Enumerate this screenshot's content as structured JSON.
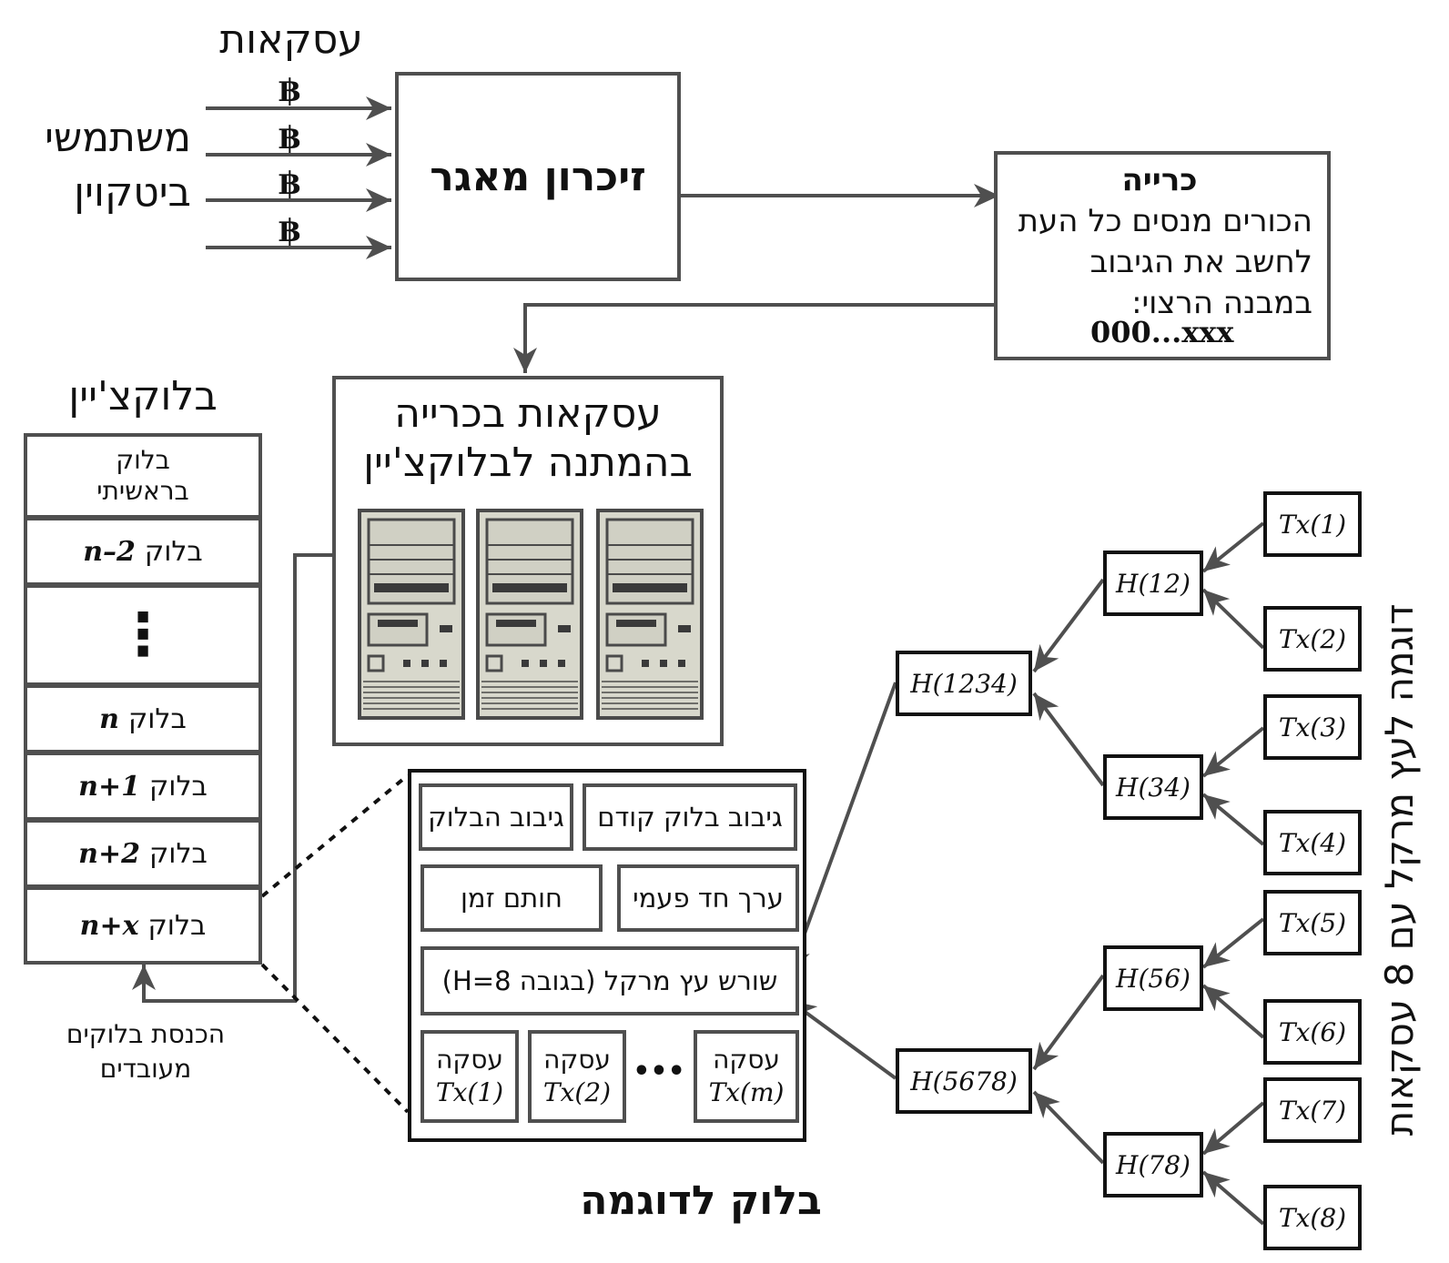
{
  "users": {
    "transactions_label": "עסקאות",
    "line1": "משתמשי",
    "line2": "ביטקוין",
    "coin_symbol": "฿"
  },
  "mempool": {
    "label": "זיכרון מאגר"
  },
  "mining": {
    "title": "כרייה",
    "line1": "הכורים מנסים כל העת",
    "line2": "לחשב את הגיבוב",
    "line3": "במבנה הרצוי:",
    "pattern": "000...xxx"
  },
  "pending": {
    "line1": "עסקאות בכרייה",
    "line2": "בהמתנה לבלוקצ'יין"
  },
  "blockchain": {
    "title": "בלוקצ'יין",
    "genesis_line1": "בלוק",
    "genesis_line2": "בראשיתי",
    "block_word": "בלוק",
    "indices": [
      "n–2",
      "n",
      "n+1",
      "n+2",
      "n+x"
    ],
    "ellipsis": "⋮",
    "insert_line1": "הכנסת בלוקים",
    "insert_line2": "מעובדים"
  },
  "example_block": {
    "caption": "בלוק לדוגמה",
    "block_hash": "גיבוב הבלוק",
    "prev_hash": "גיבוב בלוק קודם",
    "timestamp": "חותם זמן",
    "nonce": "ערך חד פעמי",
    "merkle_root": "שורש עץ מרקל (בגובה 8=H)",
    "tx_word": "עסקה",
    "tx": [
      "Tx(1)",
      "Tx(2)",
      "Tx(m)"
    ],
    "dots": "•••"
  },
  "merkle": {
    "side_label": "דוגמה לעץ מרקל עם 8 עסקאות",
    "level2": [
      "H(1234)",
      "H(5678)"
    ],
    "level1": [
      "H(12)",
      "H(34)",
      "H(56)",
      "H(78)"
    ],
    "leaves": [
      "Tx(1)",
      "Tx(2)",
      "Tx(3)",
      "Tx(4)",
      "Tx(5)",
      "Tx(6)",
      "Tx(7)",
      "Tx(8)"
    ]
  }
}
